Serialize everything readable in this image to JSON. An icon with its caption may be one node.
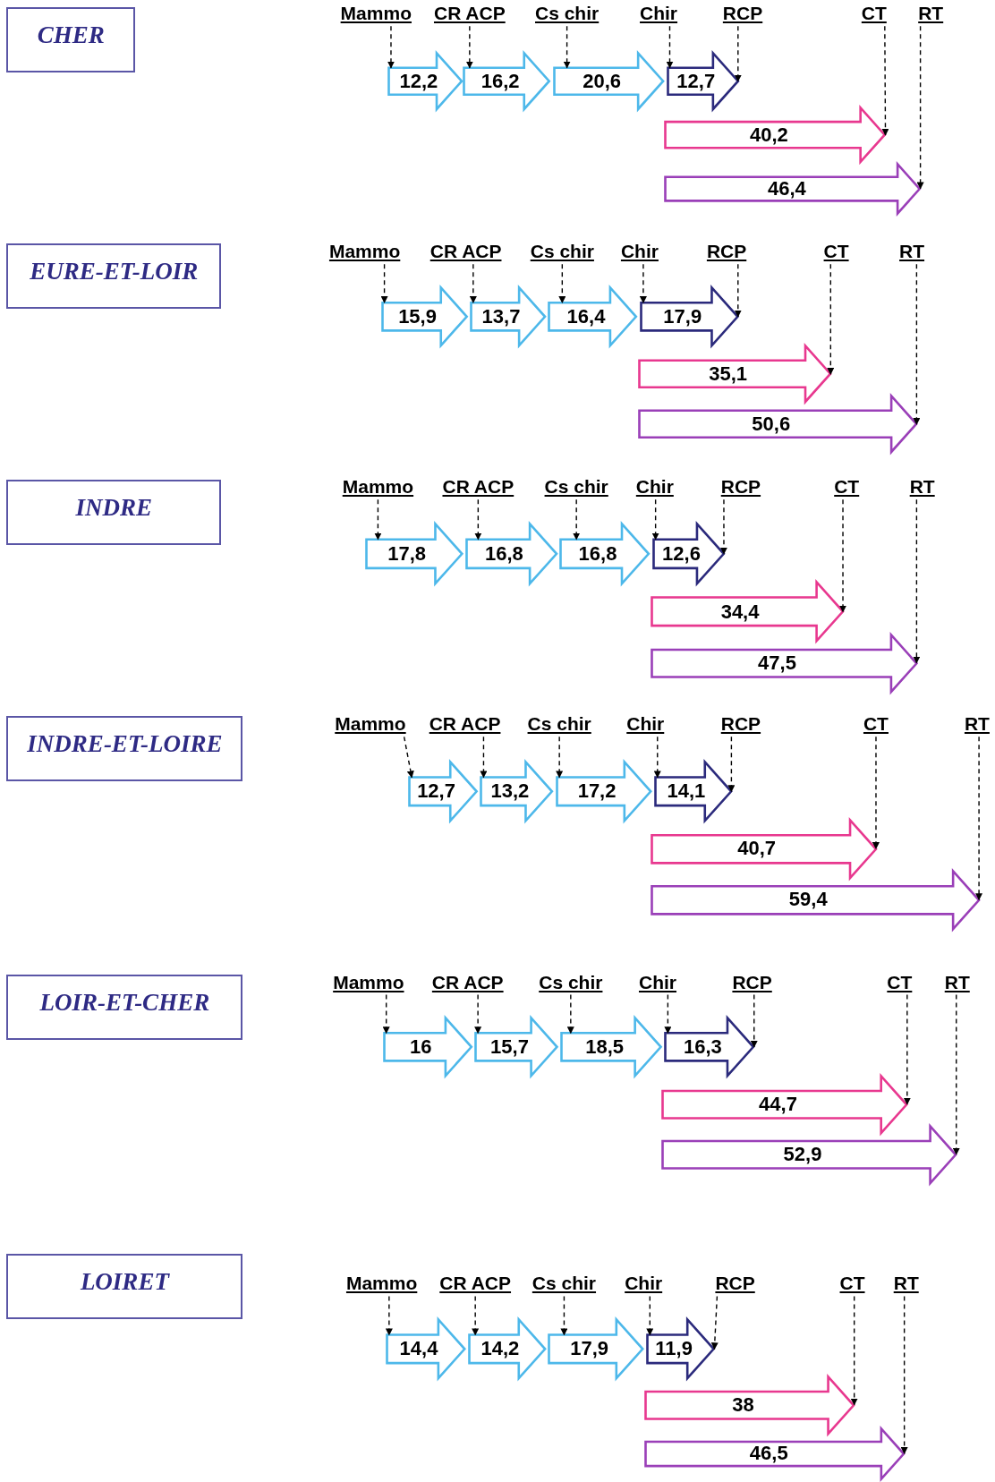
{
  "diagram": {
    "nodes": [
      {
        "text": [
          "CHER"
        ]
      },
      {
        "text": [
          "Mammo"
        ]
      },
      {
        "text": [
          "CR ACP"
        ]
      },
      {
        "text": [
          "Cs chir"
        ]
      },
      {
        "text": [
          "Chir"
        ]
      },
      {
        "text": [
          "RCP"
        ]
      },
      {
        "text": [
          "CT"
        ]
      },
      {
        "text": [
          "RT"
        ]
      },
      {
        "text": [
          "12,2"
        ]
      },
      {
        "text": [
          "16,2"
        ]
      },
      {
        "text": [
          "20,6"
        ]
      },
      {
        "text": [
          "12,7"
        ]
      },
      {
        "text": [
          "40,2"
        ]
      },
      {
        "text": [
          "46,4"
        ]
      },
      {
        "text": [
          "EURE-ET-LOIR"
        ]
      },
      {
        "text": [
          "Mammo"
        ]
      },
      {
        "text": [
          "CR ACP"
        ]
      },
      {
        "text": [
          "Cs chir"
        ]
      },
      {
        "text": [
          "Chir"
        ]
      },
      {
        "text": [
          "RCP"
        ]
      },
      {
        "text": [
          "CT"
        ]
      },
      {
        "text": [
          "RT"
        ]
      },
      {
        "text": [
          "15,9"
        ]
      },
      {
        "text": [
          "13,7"
        ]
      },
      {
        "text": [
          "16,4"
        ]
      },
      {
        "text": [
          "17,9"
        ]
      },
      {
        "text": [
          "35,1"
        ]
      },
      {
        "text": [
          "50,6"
        ]
      },
      {
        "text": [
          "INDRE"
        ]
      },
      {
        "text": [
          "Mammo"
        ]
      },
      {
        "text": [
          "CR ACP"
        ]
      },
      {
        "text": [
          "Cs chir"
        ]
      },
      {
        "text": [
          "Chir"
        ]
      },
      {
        "text": [
          "RCP"
        ]
      },
      {
        "text": [
          "CT"
        ]
      },
      {
        "text": [
          "RT"
        ]
      },
      {
        "text": [
          "17,8"
        ]
      },
      {
        "text": [
          "16,8"
        ]
      },
      {
        "text": [
          "16,8"
        ]
      },
      {
        "text": [
          "12,6"
        ]
      },
      {
        "text": [
          "34,4"
        ]
      },
      {
        "text": [
          "47,5"
        ]
      },
      {
        "text": [
          "INDRE-ET-LOIRE"
        ]
      },
      {
        "text": [
          "Mammo"
        ]
      },
      {
        "text": [
          "CR ACP"
        ]
      },
      {
        "text": [
          "Cs chir"
        ]
      },
      {
        "text": [
          "Chir"
        ]
      },
      {
        "text": [
          "RCP"
        ]
      },
      {
        "text": [
          "CT"
        ]
      },
      {
        "text": [
          "RT"
        ]
      },
      {
        "text": [
          "12,7"
        ]
      },
      {
        "text": [
          "13,2"
        ]
      },
      {
        "text": [
          "17,2"
        ]
      },
      {
        "text": [
          "14,1"
        ]
      },
      {
        "text": [
          "40,7"
        ]
      },
      {
        "text": [
          "59,4"
        ]
      },
      {
        "text": [
          "LOIR-ET-CHER"
        ]
      },
      {
        "text": [
          "Mammo"
        ]
      },
      {
        "text": [
          "CR ACP"
        ]
      },
      {
        "text": [
          "Cs chir"
        ]
      },
      {
        "text": [
          "Chir"
        ]
      },
      {
        "text": [
          "RCP"
        ]
      },
      {
        "text": [
          "CT"
        ]
      },
      {
        "text": [
          "RT"
        ]
      },
      {
        "text": [
          "16"
        ]
      },
      {
        "text": [
          "15,7"
        ]
      },
      {
        "text": [
          "18,5"
        ]
      },
      {
        "text": [
          "16,3"
        ]
      },
      {
        "text": [
          "44,7"
        ]
      },
      {
        "text": [
          "52,9"
        ]
      },
      {
        "text": [
          "LOIRET"
        ]
      },
      {
        "text": [
          "Mammo"
        ]
      },
      {
        "text": [
          "CR ACP"
        ]
      },
      {
        "text": [
          "Cs chir"
        ]
      },
      {
        "text": [
          "Chir"
        ]
      },
      {
        "text": [
          "RCP"
        ]
      },
      {
        "text": [
          "CT"
        ]
      },
      {
        "text": [
          "RT"
        ]
      },
      {
        "text": [
          "14,4"
        ]
      },
      {
        "text": [
          "14,2"
        ]
      },
      {
        "text": [
          "17,9"
        ]
      },
      {
        "text": [
          "11,9"
        ]
      },
      {
        "text": [
          "38"
        ]
      },
      {
        "text": [
          "46,5"
        ]
      }
    ],
    "edges": [
      {
        "from": 1,
        "to": 8,
        "arrow": "to",
        "style": "dashed"
      },
      {
        "from": 2,
        "to": 9,
        "arrow": "to",
        "style": "dashed"
      },
      {
        "from": 3,
        "to": 10,
        "arrow": "to",
        "style": "dashed"
      },
      {
        "from": 4,
        "to": 11,
        "arrow": "to",
        "style": "dashed"
      },
      {
        "from": 5,
        "to": 11,
        "arrow": "to",
        "style": "dashed"
      },
      {
        "from": 6,
        "to": 12,
        "arrow": "to",
        "style": "dashed"
      },
      {
        "from": 7,
        "to": 13,
        "arrow": "to",
        "style": "dashed"
      },
      {
        "from": 15,
        "to": 22,
        "arrow": "to",
        "style": "dashed"
      },
      {
        "from": 16,
        "to": 23,
        "arrow": "to",
        "style": "dashed"
      },
      {
        "from": 17,
        "to": 24,
        "arrow": "to",
        "style": "dashed"
      },
      {
        "from": 18,
        "to": 25,
        "arrow": "to",
        "style": "dashed"
      },
      {
        "from": 19,
        "to": 25,
        "arrow": "to",
        "style": "dashed"
      },
      {
        "from": 20,
        "to": 26,
        "arrow": "to",
        "style": "dashed"
      },
      {
        "from": 21,
        "to": 27,
        "arrow": "to",
        "style": "dashed"
      },
      {
        "from": 29,
        "to": 36,
        "arrow": "to",
        "style": "dashed"
      },
      {
        "from": 30,
        "to": 37,
        "arrow": "to",
        "style": "dashed"
      },
      {
        "from": 31,
        "to": 38,
        "arrow": "to",
        "style": "dashed"
      },
      {
        "from": 32,
        "to": 39,
        "arrow": "to",
        "style": "dashed"
      },
      {
        "from": 33,
        "to": 39,
        "arrow": "to",
        "style": "dashed"
      },
      {
        "from": 34,
        "to": 40,
        "arrow": "to",
        "style": "dashed"
      },
      {
        "from": 35,
        "to": 41,
        "arrow": "to",
        "style": "dashed"
      },
      {
        "from": 43,
        "to": 50,
        "arrow": "to",
        "style": "dashed"
      },
      {
        "from": 44,
        "to": 51,
        "arrow": "to",
        "style": "dashed"
      },
      {
        "from": 45,
        "to": 52,
        "arrow": "to",
        "style": "dashed"
      },
      {
        "from": 46,
        "to": 53,
        "arrow": "to",
        "style": "dashed"
      },
      {
        "from": 47,
        "to": 53,
        "arrow": "to",
        "style": "dashed"
      },
      {
        "from": 48,
        "to": 54,
        "arrow": "to",
        "style": "dashed"
      },
      {
        "from": 49,
        "to": 55,
        "arrow": "to",
        "style": "dashed"
      },
      {
        "from": 57,
        "to": 64,
        "arrow": "to",
        "style": "dashed"
      },
      {
        "from": 58,
        "to": 65,
        "arrow": "to",
        "style": "dashed"
      },
      {
        "from": 59,
        "to": 66,
        "arrow": "to",
        "style": "dashed"
      },
      {
        "from": 60,
        "to": 67,
        "arrow": "to",
        "style": "dashed"
      },
      {
        "from": 61,
        "to": 67,
        "arrow": "to",
        "style": "dashed"
      },
      {
        "from": 62,
        "to": 68,
        "arrow": "to",
        "style": "dashed"
      },
      {
        "from": 63,
        "to": 69,
        "arrow": "to",
        "style": "dashed"
      },
      {
        "from": 71,
        "to": 78,
        "arrow": "to",
        "style": "dashed"
      },
      {
        "from": 72,
        "to": 79,
        "arrow": "to",
        "style": "dashed"
      },
      {
        "from": 73,
        "to": 80,
        "arrow": "to",
        "style": "dashed"
      },
      {
        "from": 74,
        "to": 81,
        "arrow": "to",
        "style": "dashed"
      },
      {
        "from": 75,
        "to": 81,
        "arrow": "to",
        "style": "dashed"
      },
      {
        "from": 76,
        "to": 82,
        "arrow": "to",
        "style": "dashed"
      },
      {
        "from": 77,
        "to": 83,
        "arrow": "to",
        "style": "dashed"
      }
    ]
  }
}
